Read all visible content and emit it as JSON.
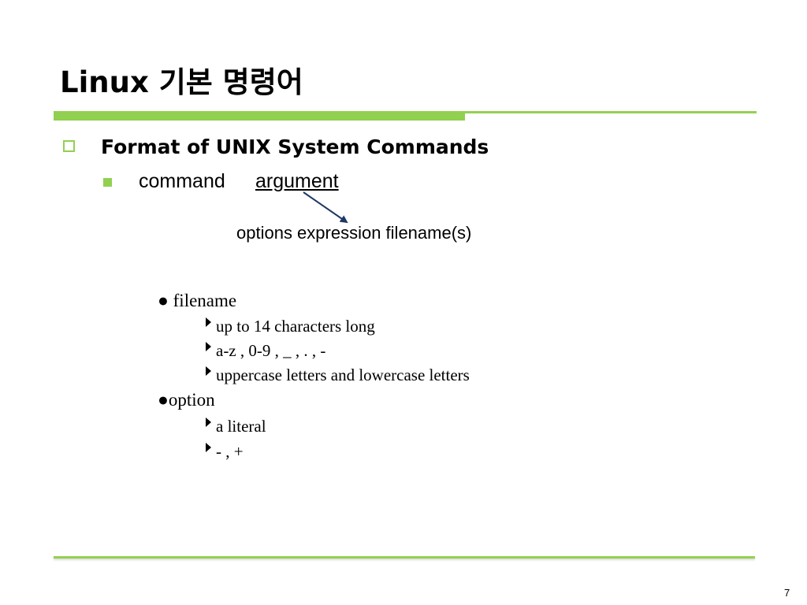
{
  "slide": {
    "title": "Linux 기본 명령어",
    "heading": "Format of UNIX System Commands",
    "command": "command",
    "argument": "argument",
    "argument_types": "options  expression  filename(s)",
    "sections": [
      {
        "label": "● filename",
        "items": [
          "up to 14 characters long",
          "a-z , 0-9 , _ , . , -",
          "uppercase letters and lowercase letters"
        ]
      },
      {
        "label": "●option",
        "items": [
          "a literal",
          "- , +"
        ]
      }
    ],
    "page_number": "7",
    "colors": {
      "accent": "#92d050",
      "arrow": "#1f3864"
    }
  }
}
